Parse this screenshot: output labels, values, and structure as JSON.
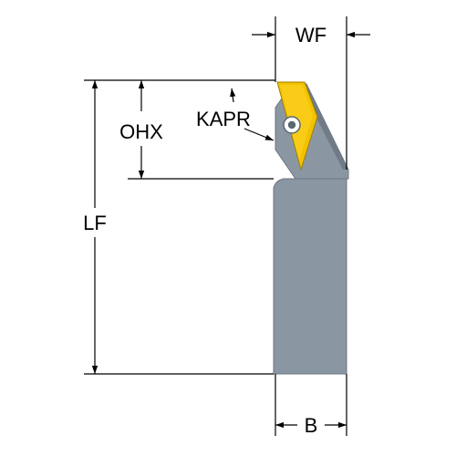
{
  "diagram": {
    "labels": {
      "wf": "WF",
      "kapr": "KAPR",
      "ohx": "OHX",
      "lf": "LF",
      "b": "B"
    },
    "colors": {
      "background": "#ffffff",
      "line": "#000000",
      "shank": "#8a97a3",
      "shank_shadow": "#737f8b",
      "head": "#8a97a3",
      "insert": "#f2c200",
      "insert_edge": "#a07f00",
      "screw": "#5a6670"
    }
  }
}
